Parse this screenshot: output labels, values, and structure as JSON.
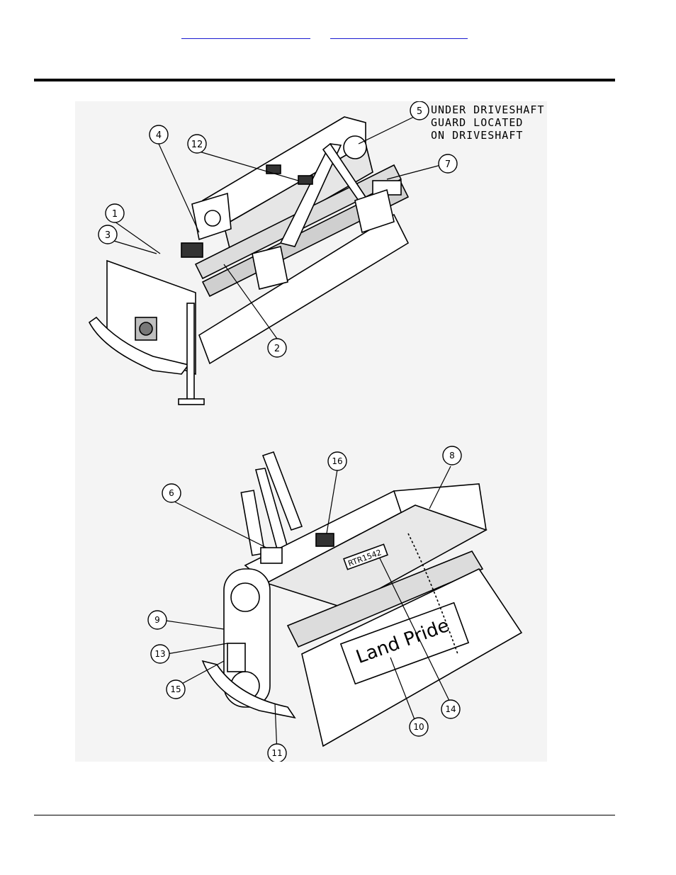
{
  "header": {
    "links": [
      {
        "label": ""
      },
      {
        "label": ""
      }
    ]
  },
  "note": {
    "lines": [
      "UNDER DRIVESHAFT",
      "GUARD LOCATED",
      "ON DRIVESHAFT"
    ]
  },
  "figure_top": {
    "callouts": [
      "1",
      "2",
      "3",
      "4",
      "5",
      "7",
      "12"
    ]
  },
  "figure_bottom": {
    "callouts": [
      "6",
      "8",
      "9",
      "10",
      "11",
      "13",
      "14",
      "15",
      "16"
    ],
    "brand_text": "Land Pride",
    "model_text": "RTR1542"
  }
}
